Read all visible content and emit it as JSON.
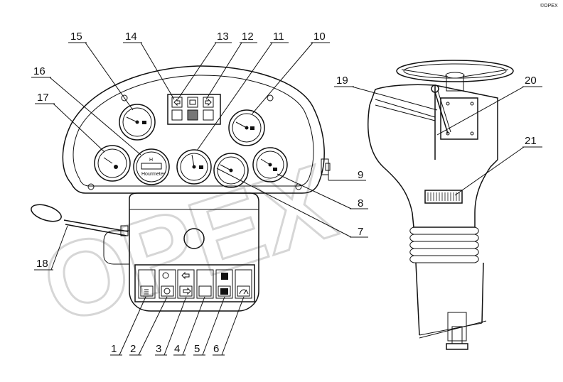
{
  "watermark": "OPEX",
  "corner_mark": "©OPEX",
  "hourmeter": {
    "letter": "H",
    "word": "Hourmeter"
  },
  "callouts": [
    {
      "label": "1"
    },
    {
      "label": "2"
    },
    {
      "label": "3"
    },
    {
      "label": "4"
    },
    {
      "label": "5"
    },
    {
      "label": "6"
    },
    {
      "label": "7"
    },
    {
      "label": "8"
    },
    {
      "label": "9"
    },
    {
      "label": "10"
    },
    {
      "label": "11"
    },
    {
      "label": "12"
    },
    {
      "label": "13"
    },
    {
      "label": "14"
    },
    {
      "label": "15"
    },
    {
      "label": "16"
    },
    {
      "label": "17"
    },
    {
      "label": "18"
    },
    {
      "label": "19"
    },
    {
      "label": "20"
    },
    {
      "label": "21"
    }
  ]
}
